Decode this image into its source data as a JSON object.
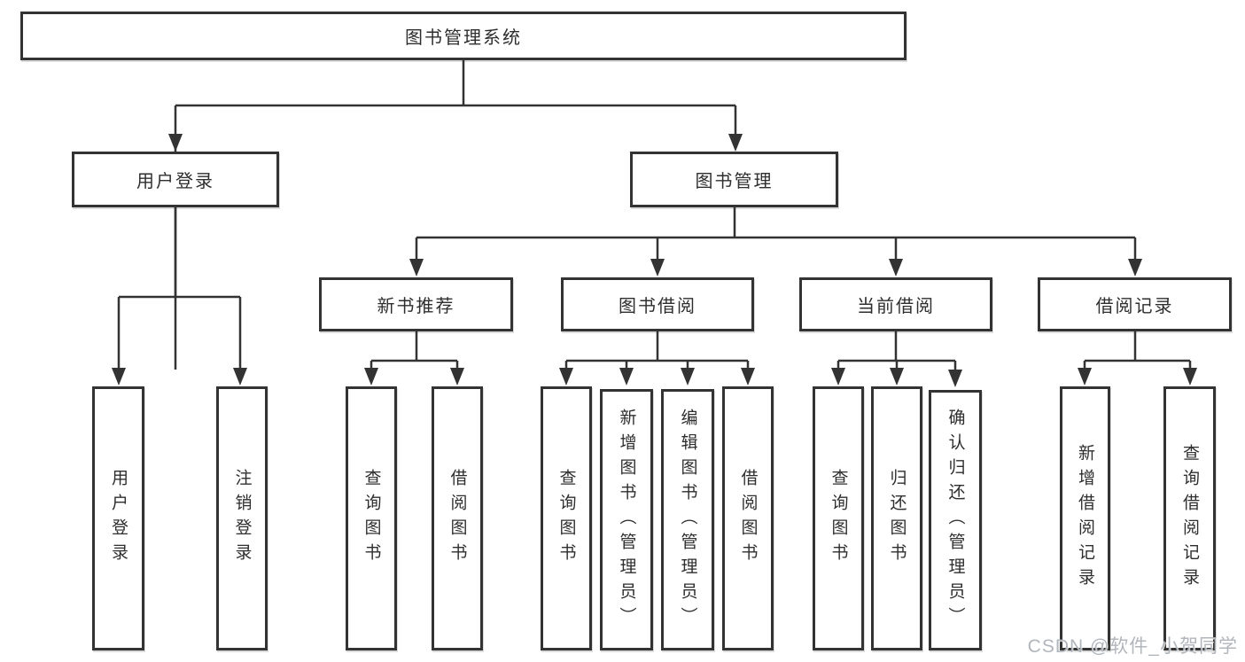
{
  "diagram": {
    "root": "图书管理系统",
    "level2": [
      "用户登录",
      "图书管理"
    ],
    "level3": [
      "新书推荐",
      "图书借阅",
      "当前借阅",
      "借阅记录"
    ],
    "leaves": [
      "用户登录",
      "注销登录",
      "查询图书",
      "借阅图书",
      "查询图书",
      "新增图书（管理员）",
      "编辑图书（管理员）",
      "借阅图书",
      "查询图书",
      "归还图书",
      "确认归还（管理员）",
      "新增借阅记录",
      "查询借阅记录"
    ],
    "line_color": "#333333"
  },
  "watermark": {
    "text": "CSDN @软件_小贺同学"
  }
}
